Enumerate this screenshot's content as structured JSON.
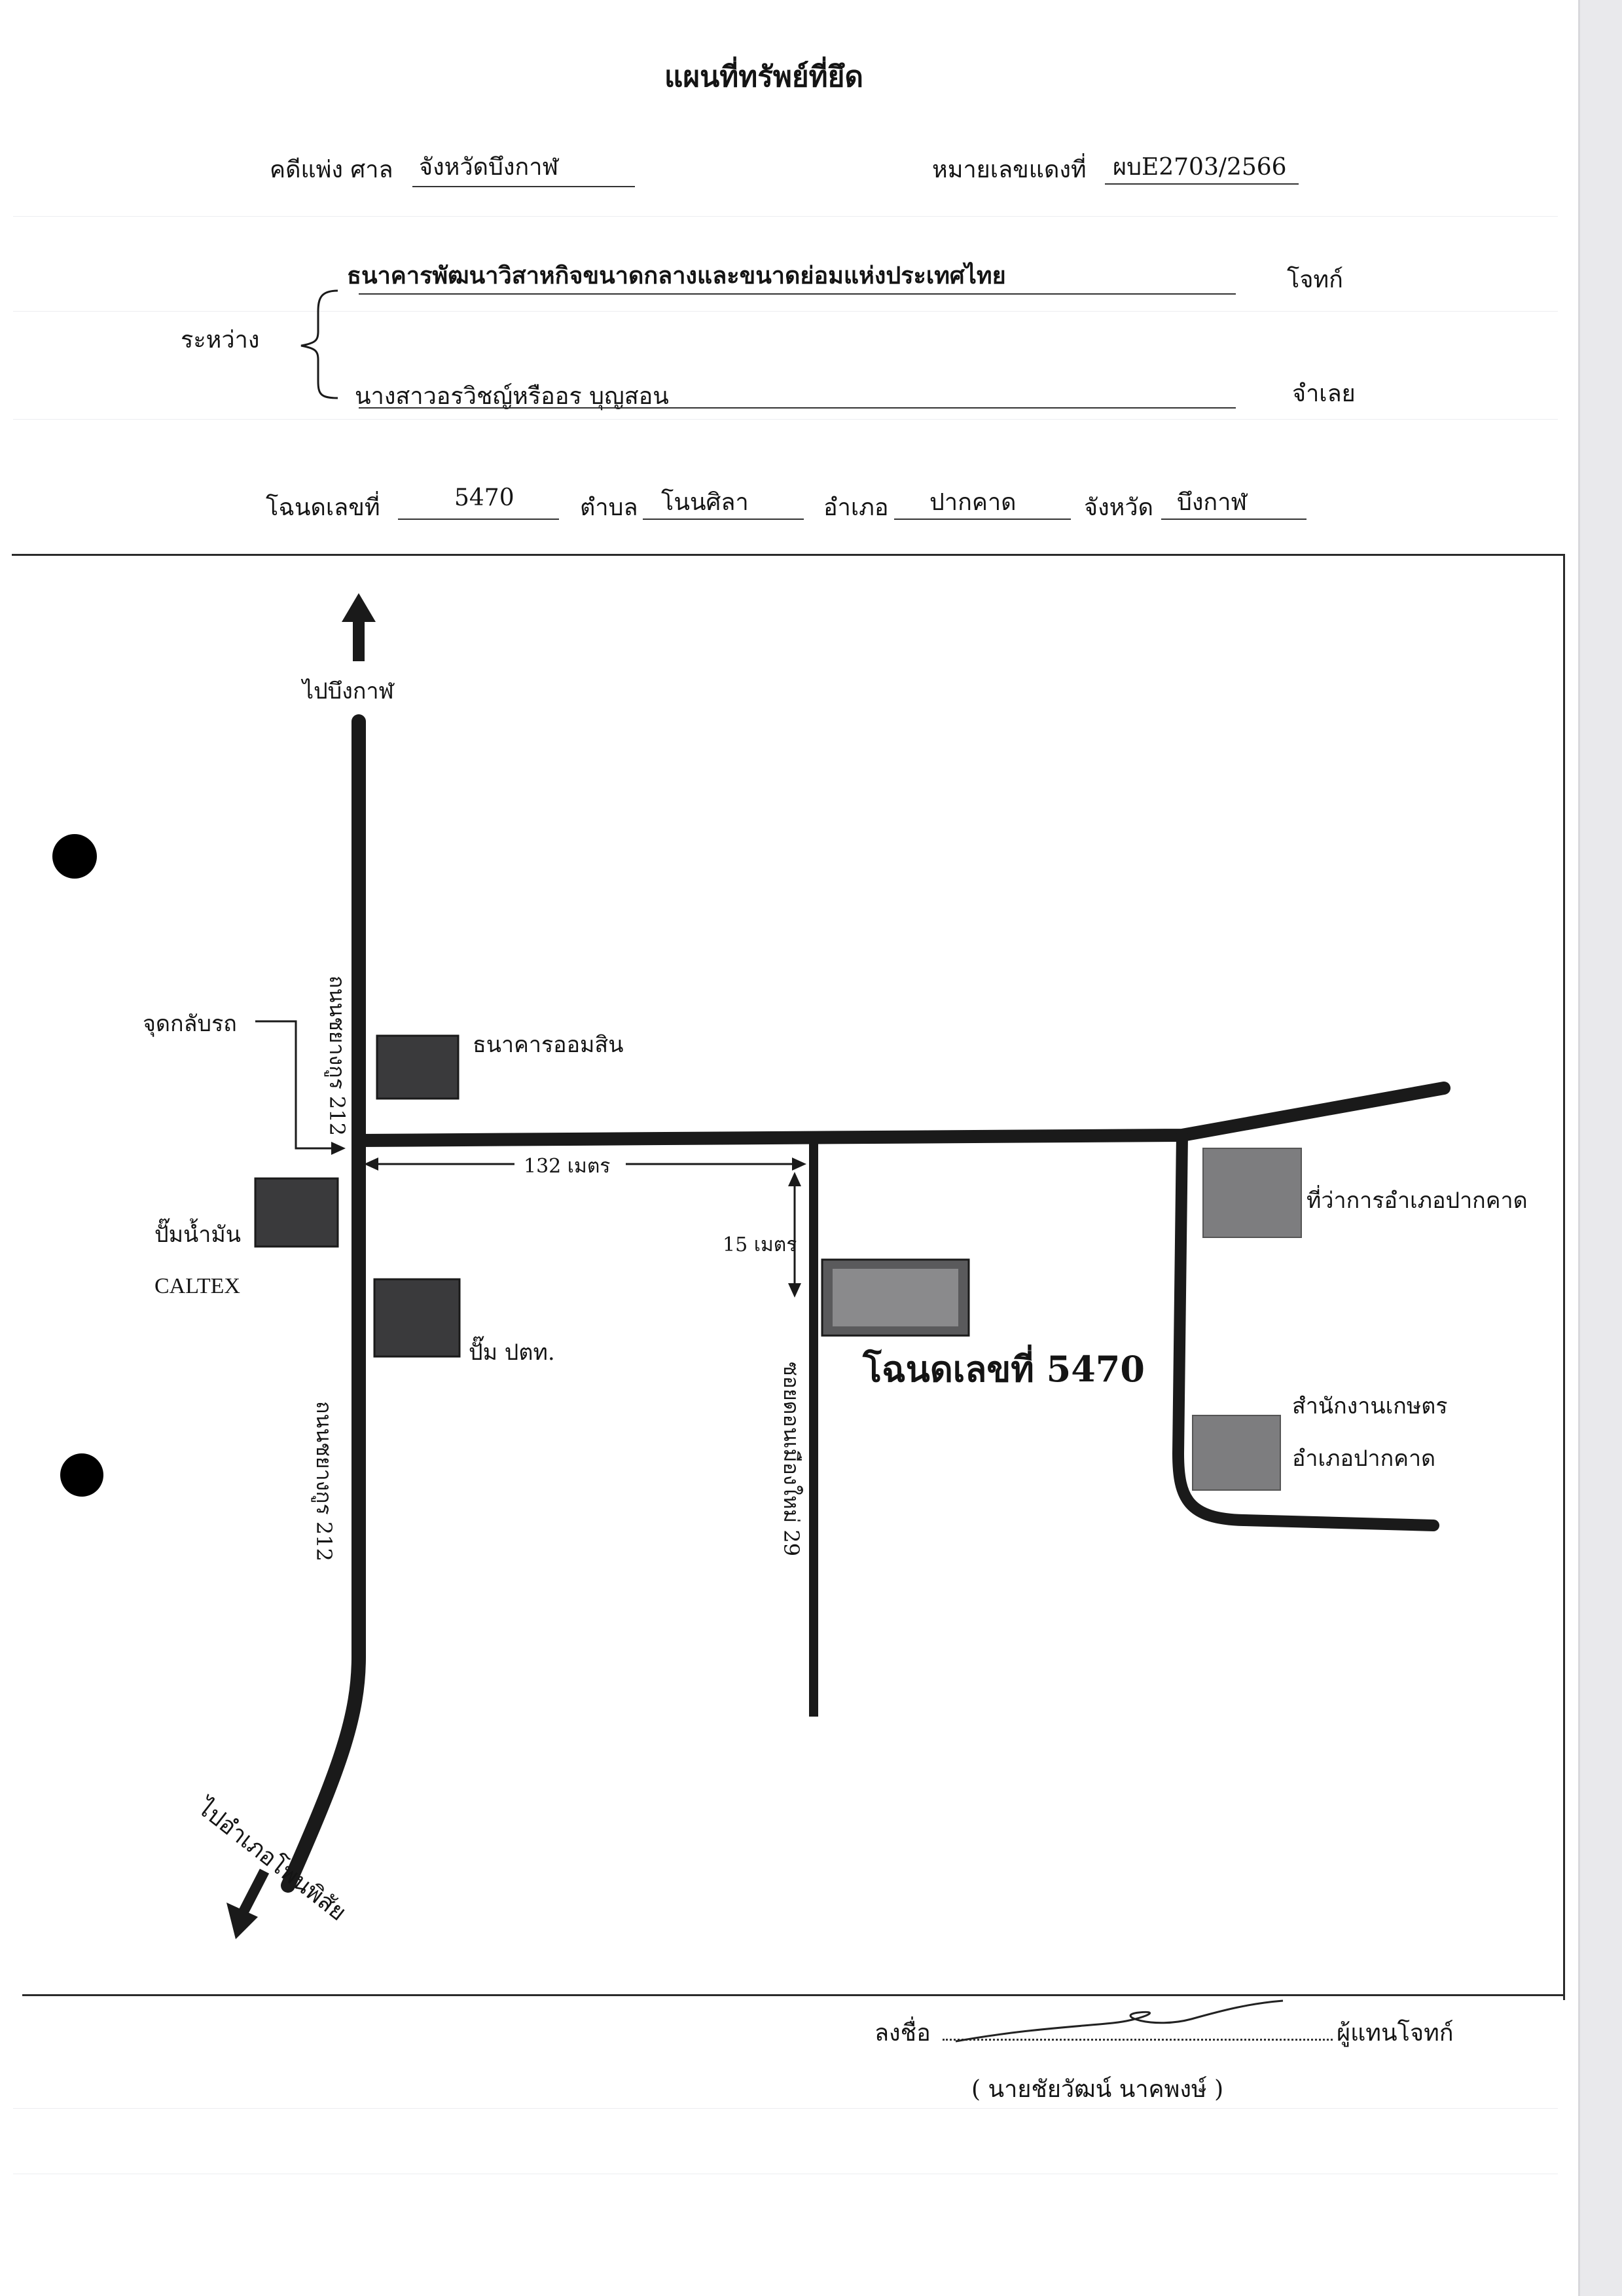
{
  "title": "แผนที่ทรัพย์ที่ยึด",
  "case": {
    "label": "คดีแพ่ง ศาล",
    "court": "จังหวัดบึงกาฬ",
    "red_number_label": "หมายเลขแดงที่",
    "red_number": "ผบE2703/2566"
  },
  "parties": {
    "between_label": "ระหว่าง",
    "plaintiff": "ธนาคารพัฒนาวิสาหกิจขนาดกลางและขนาดย่อมแห่งประเทศไทย",
    "plaintiff_role": "โจทก์",
    "defendant": "นางสาวอรวิชญ์หรืออร บุญสอน",
    "defendant_role": "จำเลย"
  },
  "deed": {
    "deed_label": "โฉนดเลขที่",
    "deed_number": "5470",
    "subdistrict_label": "ตำบล",
    "subdistrict": "โนนศิลา",
    "district_label": "อำเภอ",
    "district": "ปากคาด",
    "province_label": "จังหวัด",
    "province": "บึงกาฬ"
  },
  "map": {
    "to_north": "ไปบึงกาฬ",
    "road_main_upper": "ถนนชยางกูร 212",
    "road_main_lower": "ถนนชยางกูร 212",
    "u_turn": "จุดกลับรถ",
    "bank": "ธนาคารออมสิน",
    "gas_station_line1": "ปั๊มน้ำมัน",
    "gas_station_line2": "CALTEX",
    "ptt_station": "ปั๊ม ปตท.",
    "distance_horizontal": "132 เมตร",
    "distance_vertical": "15 เมตร",
    "soi": "ซอยดอนเมืองใหม่ 29",
    "property_label": "โฉนดเลขที่ 5470",
    "district_office": "ที่ว่าการอำเภอปากคาด",
    "agri_office_line1": "สำนักงานเกษตร",
    "agri_office_line2": "อำเภอปากคาด",
    "to_south": "ไปอำเภอโพนพิสัย",
    "colors": {
      "road": "#1a1a1a",
      "building_dark": "#3a3a3c",
      "building_gray": "#7d7d7f",
      "property_fill": "#8a8a8c"
    }
  },
  "signature": {
    "sign_label": "ลงชื่อ",
    "role": "ผู้แทนโจทก์",
    "name": "( นายชัยวัฒน์   นาคพงษ์ )"
  }
}
